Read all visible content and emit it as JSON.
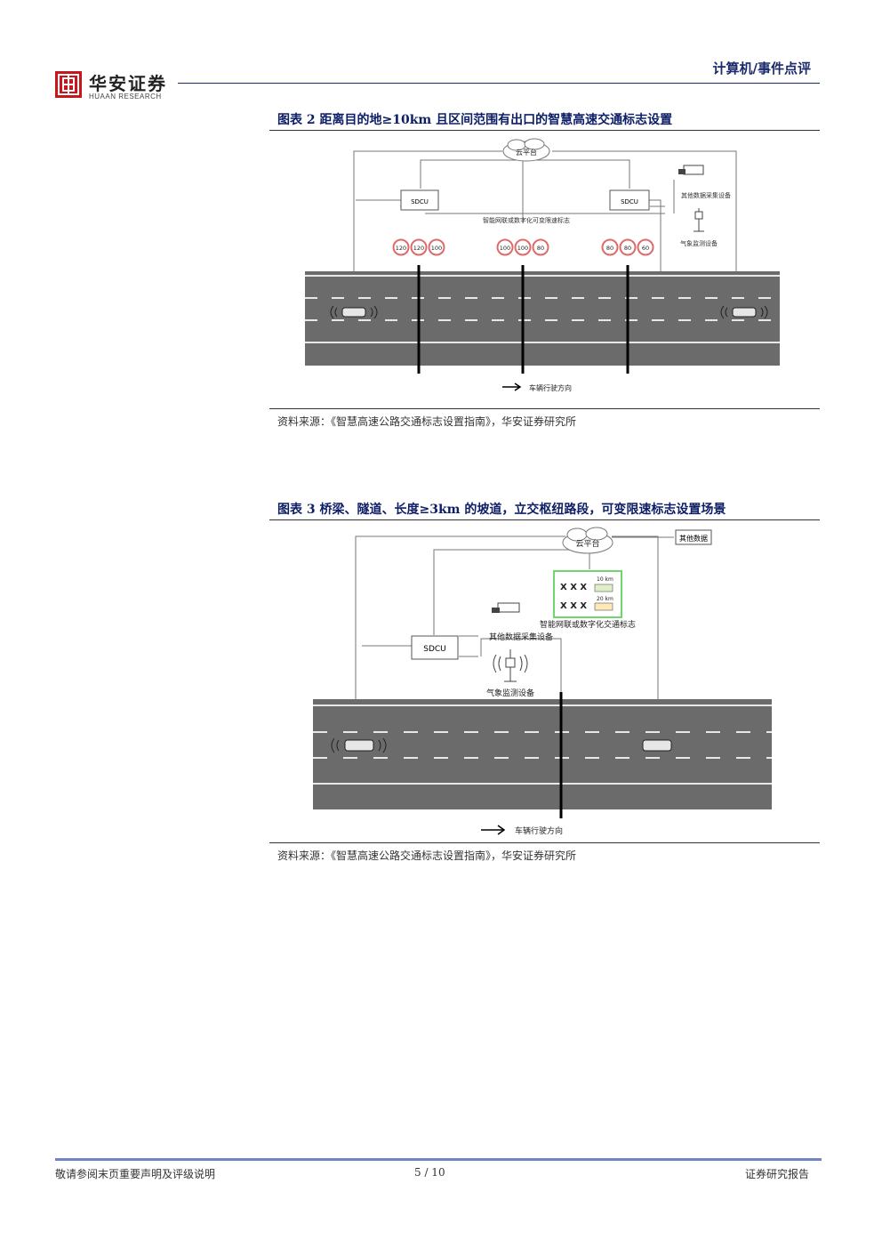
{
  "header": {
    "brand_name": "华安证券",
    "brand_sub": "HUAAN RESEARCH",
    "section": "计算机/事件点评"
  },
  "figure2": {
    "title": "图表 2  距离目的地≥10km 且区间范围有出口的智慧高速交通标志设置",
    "cloud": "云平台",
    "sdcu_left": "SDCU",
    "sdcu_right": "SDCU",
    "sign_label": "智能网联或数字化可变限速标志",
    "other_data": "其他数据采集设备",
    "weather": "气象监测设备",
    "direction": "车辆行驶方向",
    "speed_groups": [
      [
        "120",
        "120",
        "100"
      ],
      [
        "100",
        "100",
        "80"
      ],
      [
        "80",
        "80",
        "60"
      ]
    ],
    "source": "资料来源：《智慧高速公路交通标志设置指南》，华安证券研究所"
  },
  "figure3": {
    "title": "图表 3  桥梁、隧道、长度≥3km 的坡道，立交枢纽路段，可变限速标志设置场景",
    "cloud": "云平台",
    "other_data": "其他数据",
    "sdcu": "SDCU",
    "other_collect": "其他数据采集设备",
    "weather": "气象监测设备",
    "sign_label": "智能网联或数字化交通标志",
    "sign_row1": "X X X",
    "sign_row2": "X X X",
    "sign_dist1": "10 km",
    "sign_dist2": "20 km",
    "direction": "车辆行驶方向",
    "source": "资料来源：《智慧高速公路交通标志设置指南》，华安证券研究所"
  },
  "footer": {
    "left": "敬请参阅末页重要声明及评级说明",
    "page": "5 / 10",
    "right": "证券研究报告"
  }
}
